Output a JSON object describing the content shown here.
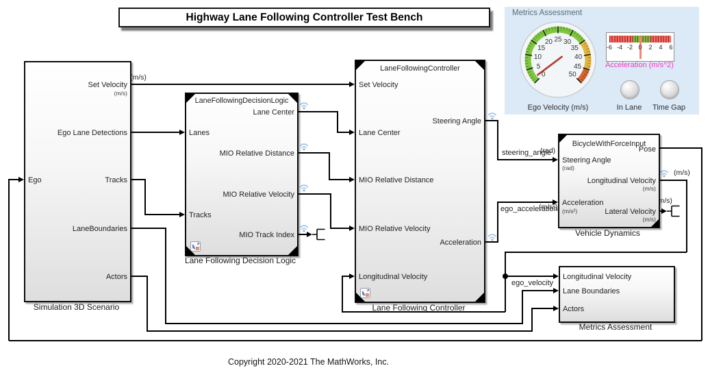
{
  "title": "Highway Lane Following Controller Test Bench",
  "copyright": "Copyright 2020-2021 The MathWorks, Inc.",
  "blocks": {
    "scenario": {
      "caption": "Simulation 3D Scenario",
      "inputs": [
        {
          "label": "Ego"
        }
      ],
      "outputs": [
        {
          "label": "Set Velocity",
          "unit": "(m/s)"
        },
        {
          "label": "Ego Lane Detections"
        },
        {
          "label": "Tracks"
        },
        {
          "label": "LaneBoundaries"
        },
        {
          "label": "Actors"
        }
      ]
    },
    "decision": {
      "header": "LaneFollowingDecisionLogic",
      "caption": "Lane Following Decision Logic",
      "inputs": [
        {
          "label": "Lanes"
        },
        {
          "label": "Tracks"
        }
      ],
      "outputs": [
        {
          "label": "Lane Center"
        },
        {
          "label": "MIO Relative Distance"
        },
        {
          "label": "MIO Relative Velocity"
        },
        {
          "label": "MIO Track Index"
        }
      ]
    },
    "controller": {
      "header": "LaneFollowingController",
      "caption": "Lane Following Controller",
      "inputs": [
        {
          "label": "Set Velocity"
        },
        {
          "label": "Lane Center"
        },
        {
          "label": "MIO Relative Distance"
        },
        {
          "label": "MIO Relative Velocity"
        },
        {
          "label": "Longitudinal Velocity"
        }
      ],
      "outputs": [
        {
          "label": "Steering Angle"
        },
        {
          "label": "Acceleration"
        }
      ]
    },
    "vehicle": {
      "header": "BicycleWithForceInput",
      "caption": "Vehicle Dynamics",
      "inputs": [
        {
          "label": "Steering Angle",
          "unit": "(rad)"
        },
        {
          "label": "Acceleration",
          "unit": "(m/s²)"
        }
      ],
      "outputs": [
        {
          "label": "Pose"
        },
        {
          "label": "Longitudinal Velocity",
          "unit": "(m/s)"
        },
        {
          "label": "Lateral Velocity",
          "unit": "(m/s)"
        }
      ]
    },
    "metrics": {
      "caption": "Metrics Assessment",
      "inputs": [
        {
          "label": "Longitudinal Velocity"
        },
        {
          "label": "Lane Boundaries"
        },
        {
          "label": "Actors"
        }
      ]
    }
  },
  "signals": {
    "set_velocity_unit": "(m/s)",
    "steering_name": "steering_angle",
    "steering_unit": "(rad)",
    "acceleration_name": "ego_acceleration",
    "acceleration_unit": "(m/s²)",
    "ego_velocity_name": "ego_velocity",
    "long_velocity_unit": "(m/s)",
    "lat_velocity_unit": "(m/s)"
  },
  "dashboard": {
    "title": "Metrics Assessment",
    "panel_color": "#dce9f6",
    "lamp_color": "#d9d9d9",
    "gauge": {
      "label": "Ego Velocity (m/s)",
      "min": 0,
      "max": 50,
      "major_step": 5,
      "minor_step": 1,
      "start_angle": 225,
      "sweep": 270,
      "value": 1.5,
      "zones": [
        {
          "from": 0,
          "to": 35,
          "color": "#7dc63e"
        },
        {
          "from": 35,
          "to": 45,
          "color": "#e2b63c"
        },
        {
          "from": 45,
          "to": 50,
          "color": "#d2642d"
        }
      ],
      "needle_color": "#b43a2c"
    },
    "linear_gauge": {
      "label": "Acceleration (m/s^2)",
      "min": -6,
      "max": 6,
      "ticks": [
        -6,
        -4,
        -2,
        0,
        2,
        4,
        6
      ],
      "tick_spacing_units": 0.5,
      "value": 0,
      "green_from": -1.5,
      "green_to": 2,
      "green": "#7cc242",
      "red": "#f4695f",
      "tick_color": "#8b1f1f",
      "needle_color": "#f2867c",
      "label_color": "#f13dbe"
    },
    "lamps": [
      {
        "label": "In Lane"
      },
      {
        "label": "Time Gap"
      }
    ]
  }
}
